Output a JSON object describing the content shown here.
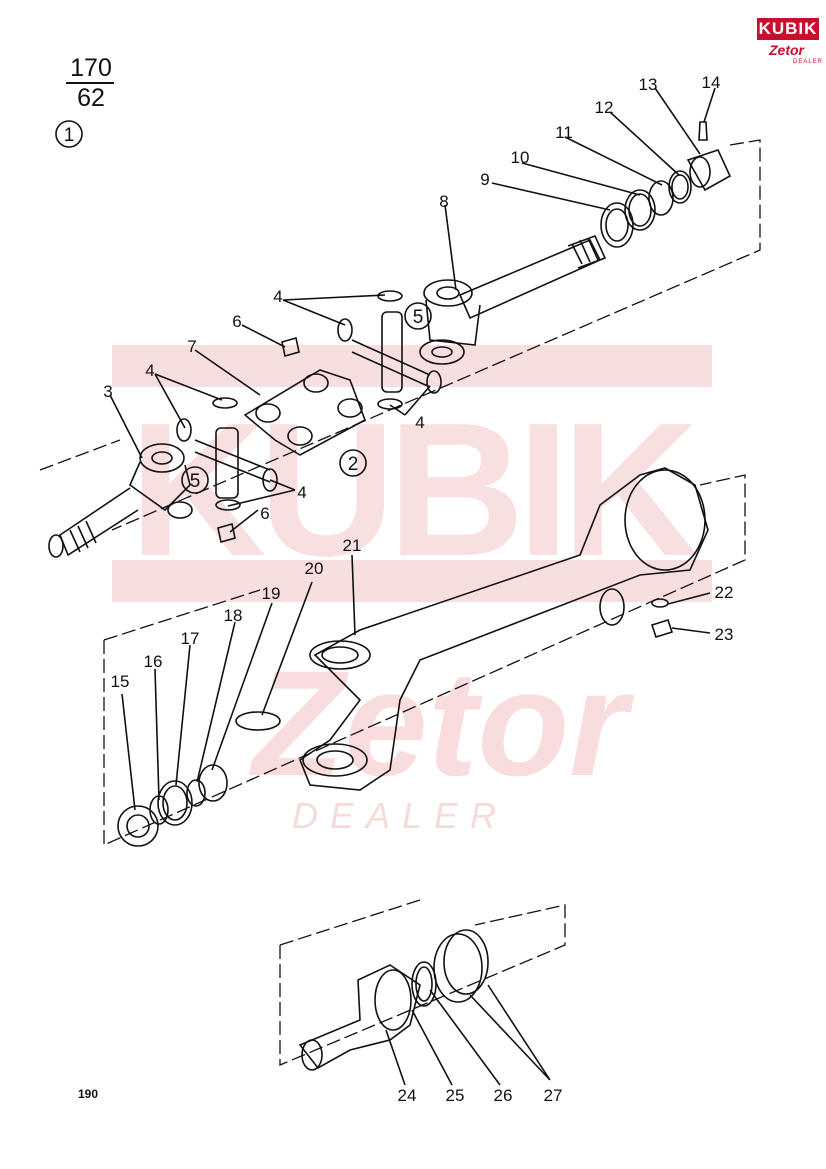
{
  "header": {
    "fraction_top": "170",
    "fraction_bottom": "62"
  },
  "logo": {
    "brand": "KUBIK",
    "sub": "Zetor",
    "tag": "DEALER",
    "color": "#c8102e"
  },
  "watermark": {
    "brand": "KUBIK",
    "sub": "Zetor",
    "tag": "DEALER"
  },
  "groups": [
    {
      "number": "1"
    },
    {
      "number": "2"
    }
  ],
  "callouts": [
    "3",
    "4",
    "5",
    "6",
    "7",
    "8",
    "9",
    "10",
    "11",
    "12",
    "13",
    "14",
    "15",
    "16",
    "17",
    "18",
    "19",
    "20",
    "21",
    "22",
    "23",
    "24",
    "25",
    "26",
    "27"
  ],
  "page_number": "190"
}
